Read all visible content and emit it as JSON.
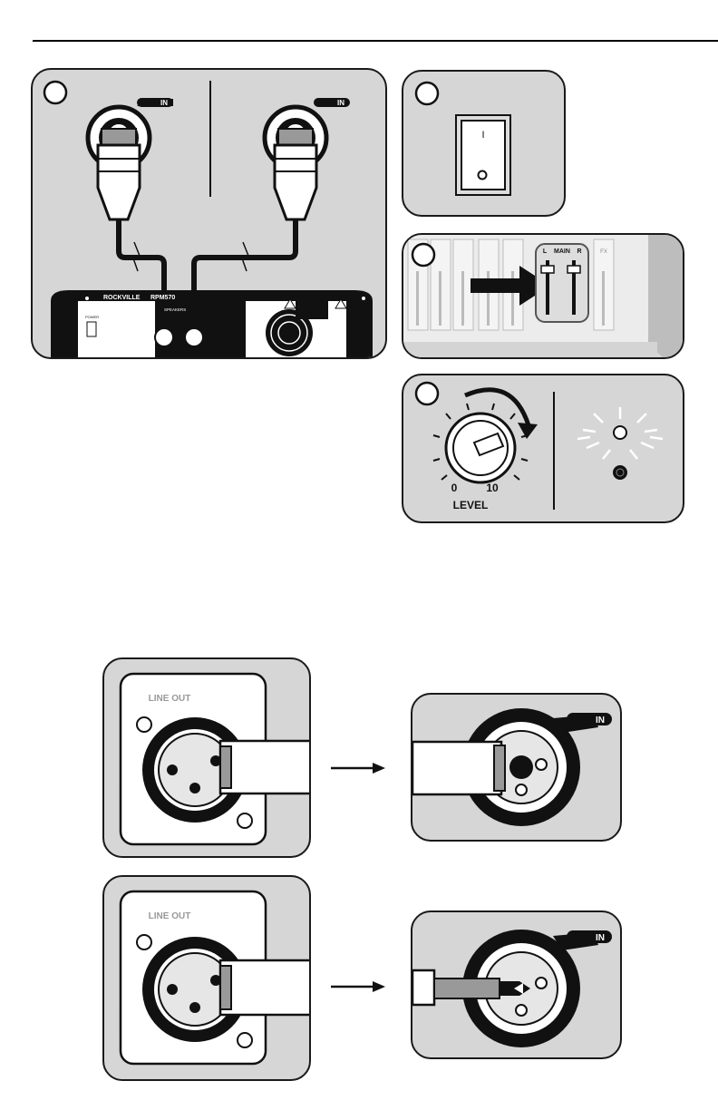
{
  "step_panels": {
    "jack_tag": "IN",
    "brand": "ROCKVILLE",
    "model": "RPM570",
    "amp_labels": {
      "power": "POWER",
      "speakers": "SPEAKERS"
    },
    "mixer_labels": {
      "main": "MAIN",
      "left": "L",
      "right": "R",
      "fx": "FX"
    },
    "level_knob": {
      "label": "LEVEL",
      "min": "0",
      "max": "10"
    },
    "power_switch_marks": {
      "on": "I",
      "off": "O"
    }
  },
  "connection_diagrams": [
    {
      "source_label": "LINE OUT",
      "target_tag": "IN",
      "connector": "xlr"
    },
    {
      "source_label": "LINE OUT",
      "target_tag": "IN",
      "connector": "quarter-inch"
    }
  ]
}
